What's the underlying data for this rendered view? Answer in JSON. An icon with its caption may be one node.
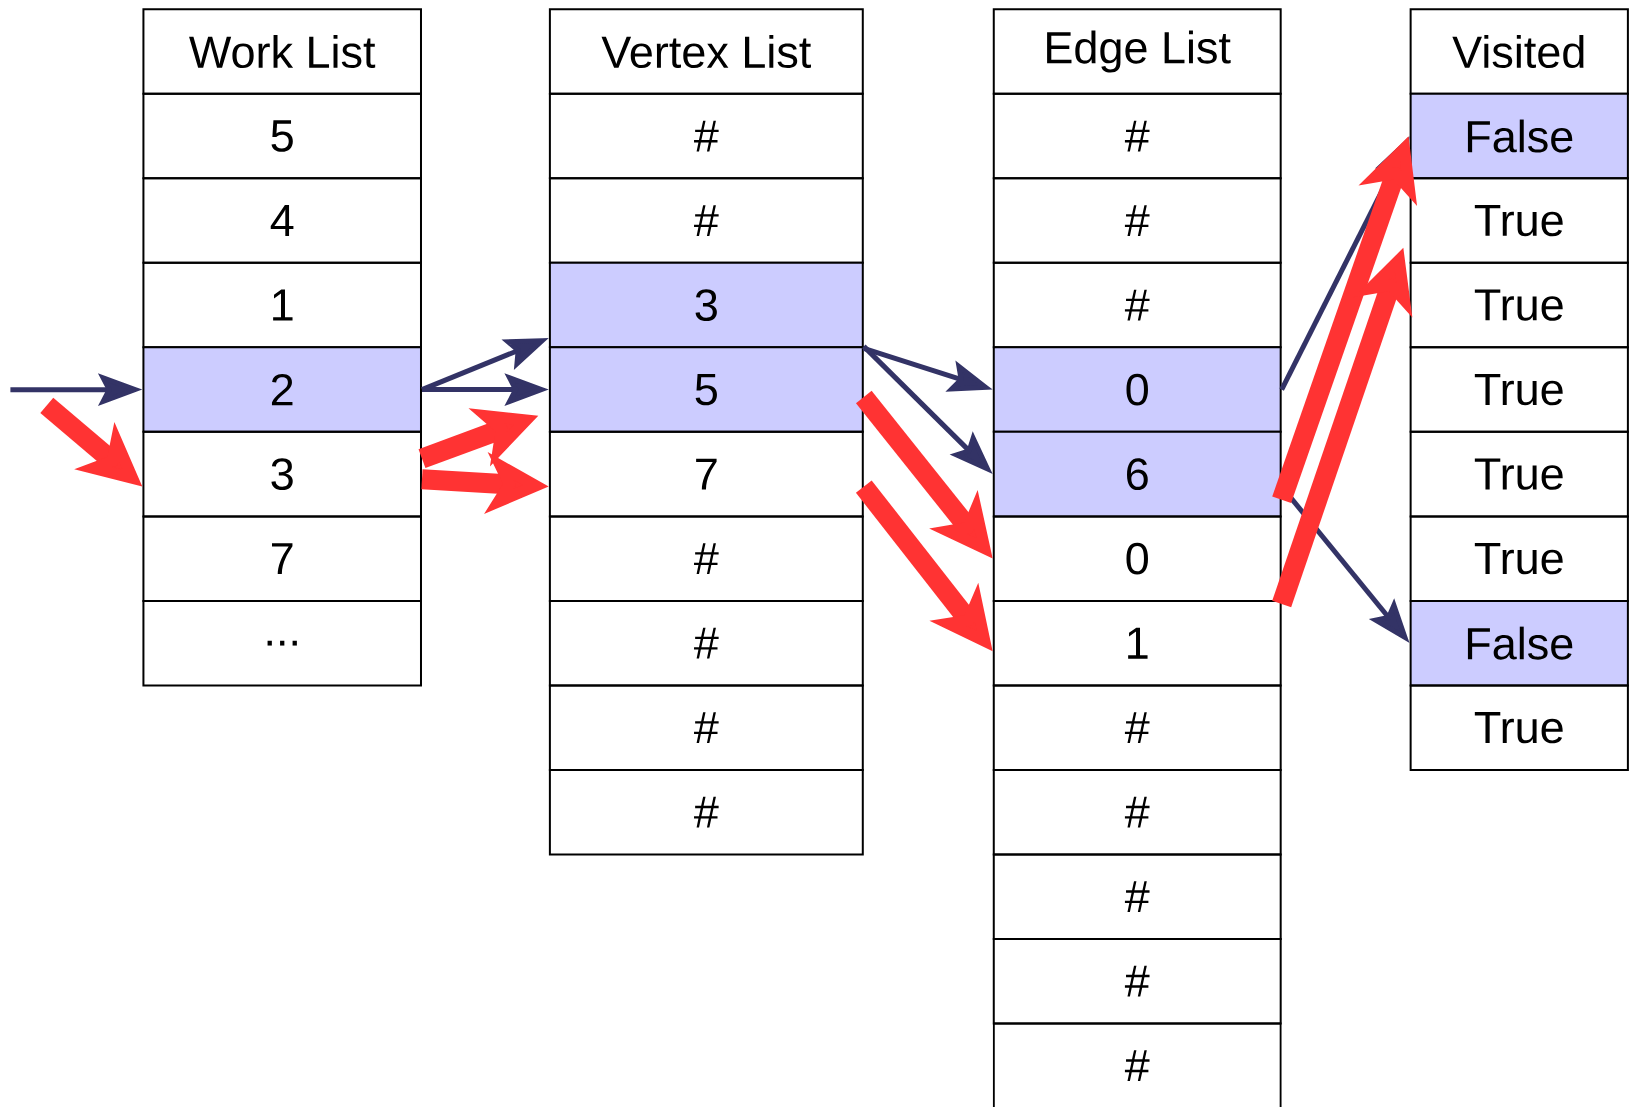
{
  "diagram": {
    "nodes": [
      {
        "text": [
          "Work List"
        ]
      },
      {
        "text": [
          "5"
        ]
      },
      {
        "text": [
          "4"
        ]
      },
      {
        "text": [
          "1"
        ]
      },
      {
        "text": [
          "2"
        ]
      },
      {
        "text": [
          "3"
        ]
      },
      {
        "text": [
          "7"
        ]
      },
      {
        "text": [
          "..."
        ]
      },
      {
        "text": [
          "Vertex List"
        ]
      },
      {
        "text": [
          "#"
        ]
      },
      {
        "text": [
          "#"
        ]
      },
      {
        "text": [
          "3"
        ]
      },
      {
        "text": [
          "5"
        ]
      },
      {
        "text": [
          "7"
        ]
      },
      {
        "text": [
          "#"
        ]
      },
      {
        "text": [
          "#"
        ]
      },
      {
        "text": [
          "#"
        ]
      },
      {
        "text": [
          "#"
        ]
      },
      {
        "text": [
          "Edge List"
        ]
      },
      {
        "text": [
          "#"
        ]
      },
      {
        "text": [
          "#"
        ]
      },
      {
        "text": [
          "#"
        ]
      },
      {
        "text": [
          "0"
        ]
      },
      {
        "text": [
          "6"
        ]
      },
      {
        "text": [
          "0"
        ]
      },
      {
        "text": [
          "1"
        ]
      },
      {
        "text": [
          "#"
        ]
      },
      {
        "text": [
          "#"
        ]
      },
      {
        "text": [
          "#"
        ]
      },
      {
        "text": [
          "#"
        ]
      },
      {
        "text": [
          "#"
        ]
      },
      {
        "text": [
          "Visited"
        ]
      },
      {
        "text": [
          "False"
        ]
      },
      {
        "text": [
          "True"
        ]
      },
      {
        "text": [
          "True"
        ]
      },
      {
        "text": [
          "True"
        ]
      },
      {
        "text": [
          "True"
        ]
      },
      {
        "text": [
          "True"
        ]
      },
      {
        "text": [
          "False"
        ]
      },
      {
        "text": [
          "True"
        ]
      }
    ],
    "edges": [
      {
        "from": null,
        "to": 4,
        "arrow": "to"
      },
      {
        "from": 4,
        "to": 11,
        "arrow": "to"
      },
      {
        "from": 4,
        "to": 12,
        "arrow": "to"
      },
      {
        "from": 11,
        "to": 22,
        "arrow": "to"
      },
      {
        "from": 12,
        "to": 23,
        "arrow": "to"
      },
      {
        "from": 22,
        "to": 32,
        "arrow": "to"
      },
      {
        "from": 23,
        "to": 38,
        "arrow": "to"
      },
      {
        "from": null,
        "to": 5,
        "arrow": "to",
        "style": "thick",
        "color": "#ff3333"
      },
      {
        "from": 5,
        "to": 12,
        "arrow": "to",
        "style": "thick",
        "color": "#ff3333"
      },
      {
        "from": 5,
        "to": 13,
        "arrow": "to",
        "style": "thick",
        "color": "#ff3333"
      },
      {
        "from": 12,
        "to": 24,
        "arrow": "to",
        "style": "thick",
        "color": "#ff3333"
      },
      {
        "from": 13,
        "to": 25,
        "arrow": "to",
        "style": "thick",
        "color": "#ff3333"
      },
      {
        "from": 24,
        "to": 32,
        "arrow": "to",
        "style": "thick",
        "color": "#ff3333"
      },
      {
        "from": 25,
        "to": 33,
        "arrow": "to",
        "style": "thick",
        "color": "#ff3333"
      }
    ]
  }
}
